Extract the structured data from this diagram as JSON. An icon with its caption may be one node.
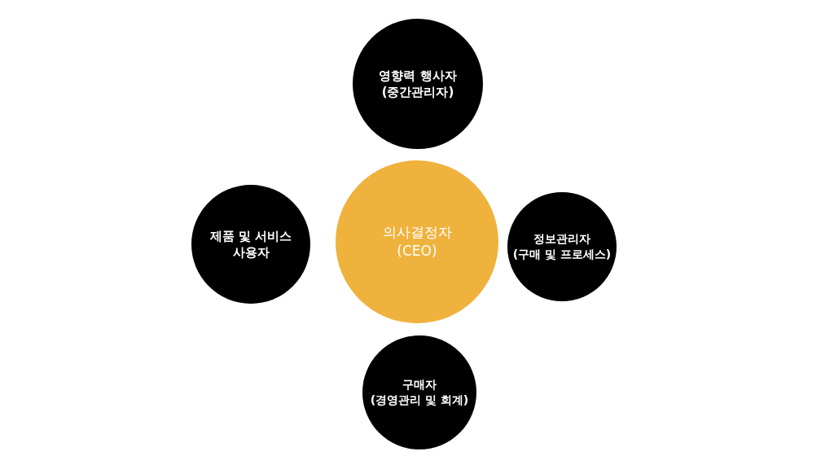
{
  "diagram": {
    "nodes": [
      {
        "text": [
          "영향력 행사자",
          "(중간관리자)"
        ]
      },
      {
        "text": [
          "제품 및 서비스 사용자"
        ]
      },
      {
        "text": [
          "의사결정자",
          "(CEO)"
        ]
      },
      {
        "text": [
          "정보관리자",
          "(구매 및 프로세스)"
        ]
      },
      {
        "text": [
          "구매자",
          "(경영관리 및 회계)"
        ]
      }
    ]
  }
}
